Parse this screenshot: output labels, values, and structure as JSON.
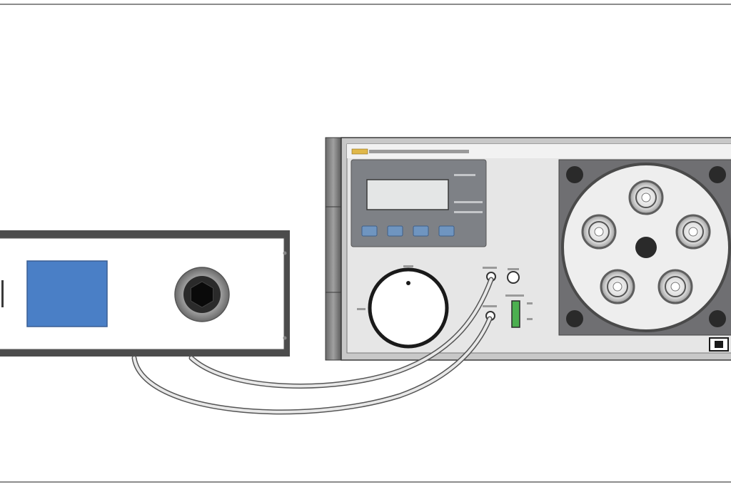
{
  "colors": {
    "frame_line": "#8c8c8c",
    "panel_outline": "#3a3a3a",
    "panel_face": "#ffffff",
    "left_panel_border": "#5a5a5a",
    "indicator_blue": "#4a7fc6",
    "control_panel": "#7e8186",
    "lcd_screen": "#e4e6e6",
    "button_blue": "#6f95c0",
    "rotor_plate": "#6f6f72",
    "rotor_disc": "#eeeeee",
    "fitting_ring": "#5e5e5e",
    "cable": "#a8a8a8",
    "status_green": "#4caf50",
    "brand_badge": "#e0b84a"
  },
  "icons": {
    "left_port": "socket-port-icon",
    "brand": "brand-badge-icon",
    "indicator": "status-led-icon",
    "power": "power-switch-icon"
  },
  "left_unit": {
    "indicator": "blue-indicator-panel",
    "port": "hex-socket-port"
  },
  "right_unit": {
    "buttons": [
      "button-1",
      "button-2",
      "button-3",
      "button-4"
    ],
    "knob": "adjustment-knob",
    "fittings": [
      "fitting-top",
      "fitting-upper-left",
      "fitting-upper-right",
      "fitting-lower-left",
      "fitting-lower-right"
    ]
  }
}
